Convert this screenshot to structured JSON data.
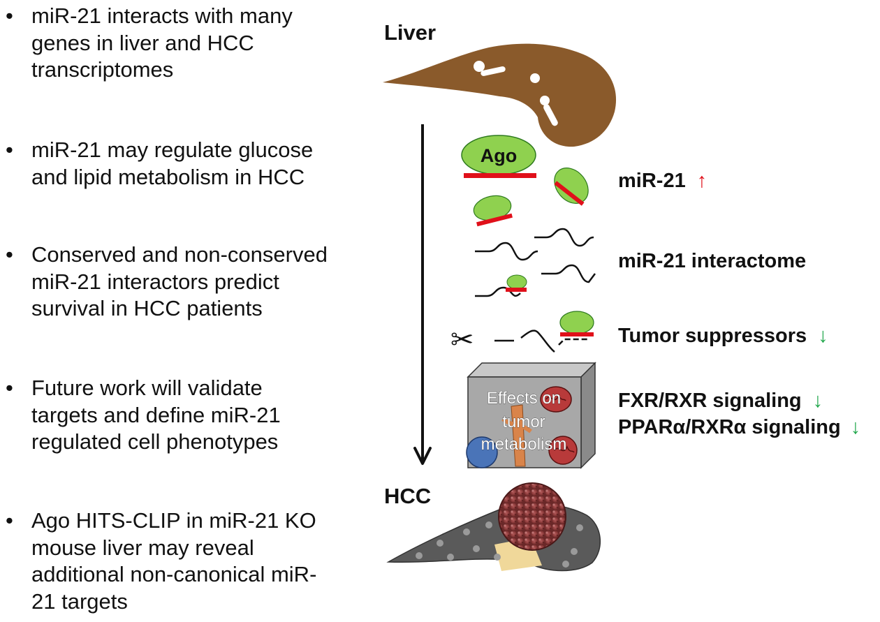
{
  "bullets": [
    "miR-21 interacts with many\ngenes in liver and HCC\ntranscriptomes",
    "miR-21 may regulate glucose\nand lipid metabolism in HCC",
    "Conserved and non-conserved\nmiR-21 interactors predict\nsurvival in HCC patients",
    "Future work will validate\ntargets and define miR-21\nregulated cell phenotypes",
    "Ago HITS-CLIP in miR-21 KO\nmouse liver may reveal\nadditional non-canonical miR-\n21 targets"
  ],
  "bullet_symbol": "•",
  "diagram": {
    "liver_label": "Liver",
    "hcc_label": "HCC",
    "ago_label": "Ago",
    "box_text": [
      "Effects on",
      "tumor",
      "metabolism"
    ],
    "labels": {
      "mir21": "miR-21",
      "interactome": "miR-21 interactome",
      "tumor_suppressors": "Tumor suppressors",
      "fxr": "FXR/RXR signaling",
      "ppar": "PPARα/RXRα signaling"
    },
    "arrow_up": "↑",
    "arrow_down": "↓",
    "scissors_icon": "✂",
    "colors": {
      "liver": "#8a5a2b",
      "ago": "#8fd14f",
      "mirna": "#e0101a",
      "up_arrow": "#e0101a",
      "down_arrow": "#1fa64a",
      "box": "#a8a8a8",
      "hcc_tissue": "#5a5a5a",
      "tumor": "#8b3a3a"
    }
  }
}
